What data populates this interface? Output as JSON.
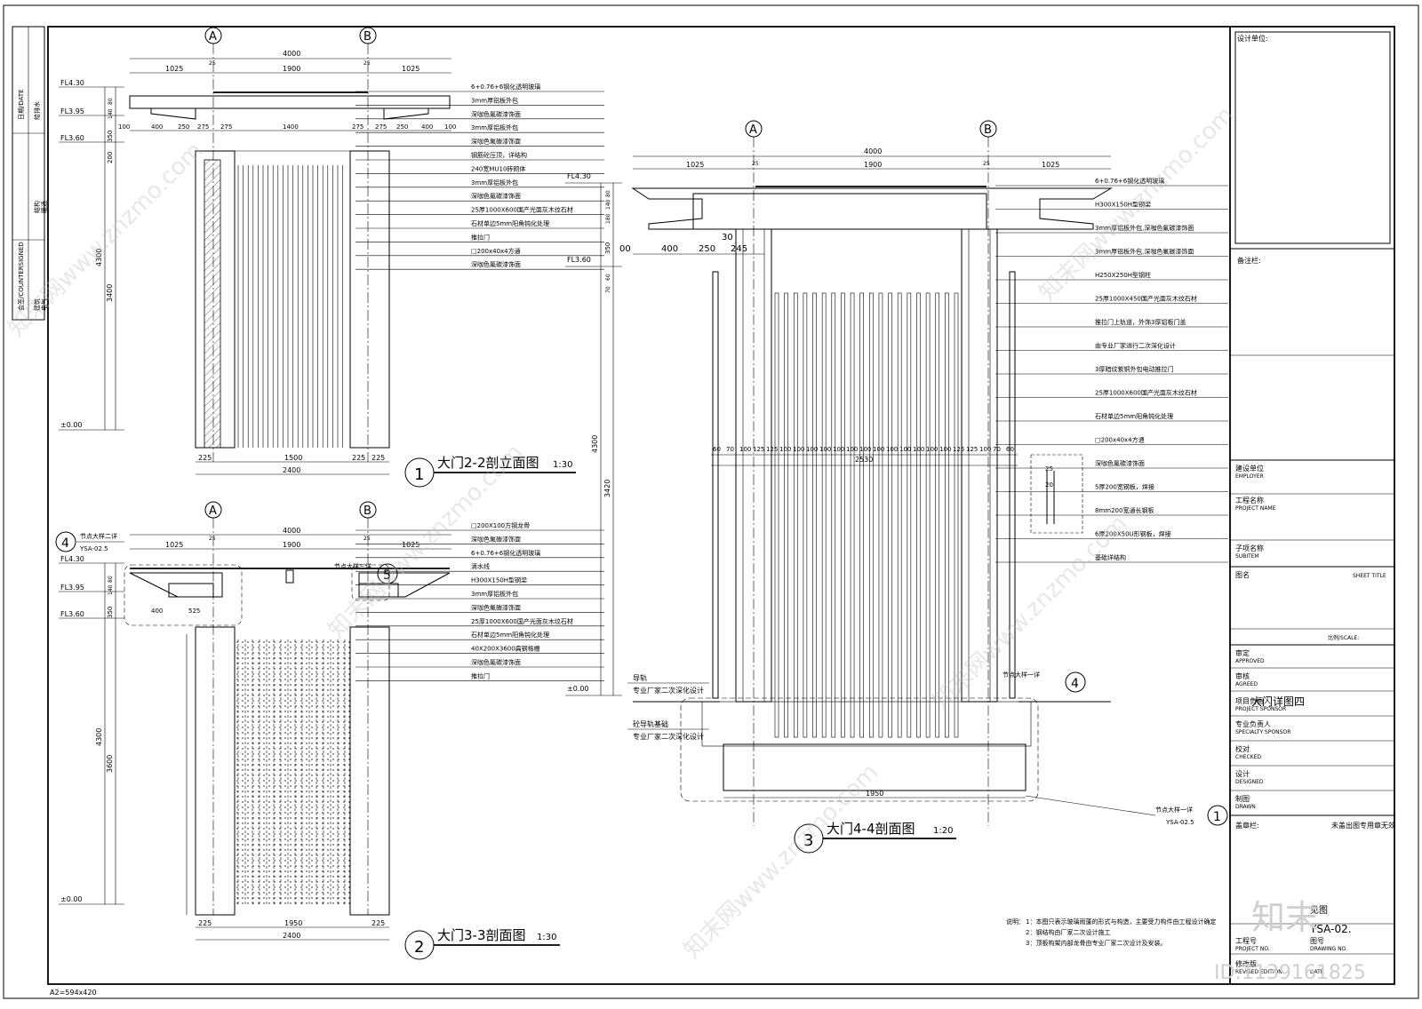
{
  "sheet_size": "A2=594x420",
  "left_strip": [
    "日期/DATE",
    "给排水",
    "结构",
    "暖通",
    "会签/COUNTERSIGNED",
    "建筑",
    "电气"
  ],
  "view1": {
    "num": "1",
    "title": "大门2-2剖立面图",
    "scale": "1:30",
    "grid": [
      "A",
      "B"
    ],
    "dims_top": [
      "4000",
      "1025",
      "25",
      "1900",
      "25",
      "1025"
    ],
    "dims_mid": [
      "100",
      "400",
      "250",
      "275",
      "275",
      "1400",
      "275",
      "275",
      "250",
      "400",
      "100"
    ],
    "levels": [
      "FL4.30",
      "FL3.95",
      "FL3.60",
      "±0.00"
    ],
    "vdims": [
      "4300",
      "3400",
      "350",
      "200",
      "80",
      "140"
    ],
    "dims_bottom": [
      "225",
      "1500",
      "225",
      "225",
      "2400"
    ],
    "notes": [
      "6+0.76+6钢化透明玻璃",
      "3mm厚铝板外包",
      "深咖色氟碳漆饰面",
      "3mm厚铝板外包",
      "深咖色氟碳漆饰面",
      "钢筋砼压顶，详结构",
      "240宽MU10砖砌体",
      "3mm厚铝板外包",
      "深咖色氟碳漆饰面",
      "25厚1000X600国产光面灰木纹石材",
      "石材单边5mm阳角钝化处理",
      "推拉门",
      "□200x40x4方通",
      "深咖色氟碳漆饰面"
    ]
  },
  "view2": {
    "num": "2",
    "title": "大门3-3剖面图",
    "scale": "1:30",
    "grid": [
      "A",
      "B"
    ],
    "dims_top": [
      "4000",
      "1025",
      "25",
      "1900",
      "25",
      "1025"
    ],
    "levels": [
      "FL4.30",
      "FL3.95",
      "FL3.60",
      "±0.00"
    ],
    "vdims": [
      "4300",
      "3600",
      "350",
      "80",
      "140"
    ],
    "dims_mid": [
      "400",
      "525"
    ],
    "dims_bottom": [
      "225",
      "1950",
      "225",
      "2400"
    ],
    "callout_a": {
      "num": "4",
      "label": "节点大样二详",
      "ref": "YSA-02.5"
    },
    "callout_b": {
      "num": "5",
      "label": "节点大样三详"
    },
    "notes": [
      "□200X100方钢龙骨",
      "深咖色氟碳漆饰面",
      "6+0.76+6钢化透明玻璃",
      "滴水线",
      "H300X150H型钢梁",
      "3mm厚铝板外包",
      "深咖色氟碳漆饰面",
      "25厚1000X600国产光面灰木纹石材",
      "石材单边5mm阳角钝化处理",
      "40X200X3600扁钢格栅",
      "深咖色氟碳漆饰面",
      "推拉门"
    ]
  },
  "view3": {
    "num": "3",
    "title": "大门4-4剖面图",
    "scale": "1:20",
    "grid": [
      "A",
      "B"
    ],
    "dims_top": [
      "4000",
      "1025",
      "25",
      "1900",
      "25",
      "1025"
    ],
    "dims_mid": [
      "400",
      "250",
      "30",
      "245",
      "00"
    ],
    "levels": [
      "FL4.30",
      "FL3.60",
      "±0.00"
    ],
    "vdims": [
      "4300",
      "3420",
      "350",
      "180",
      "140",
      "80",
      "60",
      "70"
    ],
    "bar_dims": [
      "60",
      "70",
      "100",
      "125",
      "125",
      "100",
      "100",
      "100",
      "100",
      "100",
      "100",
      "100",
      "100",
      "100",
      "100",
      "100",
      "100",
      "100",
      "125",
      "125",
      "100",
      "70",
      "60"
    ],
    "inner_total": "2530",
    "base_dim": "1950",
    "detail_dims": [
      "25",
      "20"
    ],
    "left_notes": [
      "导轨",
      "专业厂家二次深化设计",
      "砼导轨基础",
      "专业厂家二次深化设计"
    ],
    "callout_a": {
      "num": "4",
      "label": "节点大样一详"
    },
    "callout_b": {
      "num": "1",
      "label": "节点大样一详",
      "ref": "YSA-02.5"
    },
    "notes": [
      "6+0.76+6钢化透明玻璃",
      "H300X150H型钢梁",
      "3mm厚铝板外包,深咖色氟碳漆饰面",
      "3mm厚铝板外包,深咖色氟碳漆饰面",
      "H250X250H型钢柱",
      "25厚1000X450国产光面灰木纹石材",
      "推拉门上轨道，外饰3厚铝板门盖",
      "由专业厂家进行二次深化设计",
      "3厚暗纹紫铜外包电动推拉门",
      "25厚1000X600国产光面灰木纹石材",
      "石材单边5mm阳角钝化处理",
      "□200x40x4方通",
      "深咖色氟碳漆饰面",
      "5厚200宽钢板，焊接",
      "8mm200宽通长钢板",
      "6厚200X50U形钢板，焊接",
      "基础详结构"
    ]
  },
  "remarks": {
    "title": "说明：",
    "items": [
      "1：本图只表示玻璃雨蓬的形式与构造，主要受力构件由工程设计确定",
      "2：钢结构由厂家二次设计施工",
      "3：顶板构架内部龙骨由专业厂家二次设计及安装。"
    ]
  },
  "title_block": {
    "design_unit": "设计单位:",
    "remarks_col": "备注栏:",
    "employer_cn": "建设单位",
    "employer_en": "EMPLOYER",
    "project_cn": "工程名称",
    "project_en": "PROJECT NAME",
    "subitem_cn": "子项名称",
    "subitem_en": "SUBITEM",
    "sheet_cn": "图名",
    "sheet_en": "SHEET TITLE",
    "scale_label": "比例/SCALE:",
    "approved_cn": "审定",
    "approved_en": "APPROVED",
    "agreed_cn": "审核",
    "agreed_en": "AGREED",
    "sponsor_cn": "项目负责人",
    "sponsor_en": "PROJECT SPONSOR",
    "sheet_name": "大门详图四",
    "specialty_cn": "专业负责人",
    "specialty_en": "SPECIALTY SPONSOR",
    "checked_cn": "校对",
    "checked_en": "CHECKED",
    "designed_cn": "设计",
    "designed_en": "DESIGNED",
    "drawn_cn": "制图",
    "drawn_en": "DRAWN",
    "stamp_cn": "盖章栏:",
    "stamp_note": "未盖出图专用章无效",
    "see_fig": "见图",
    "project_no_cn": "工程号",
    "project_no_en": "PROJECT NO.",
    "drawing_no_cn": "图号",
    "drawing_no_en": "DRAWING NO.",
    "drawing_no": "YSA-02.",
    "revised_cn": "修改版",
    "revised_en": "REVISED EDITION",
    "date_en": "DATE"
  },
  "watermark": {
    "text": "知末网www.znzmo.com",
    "logo": "知末",
    "id": "ID:1139161825"
  }
}
